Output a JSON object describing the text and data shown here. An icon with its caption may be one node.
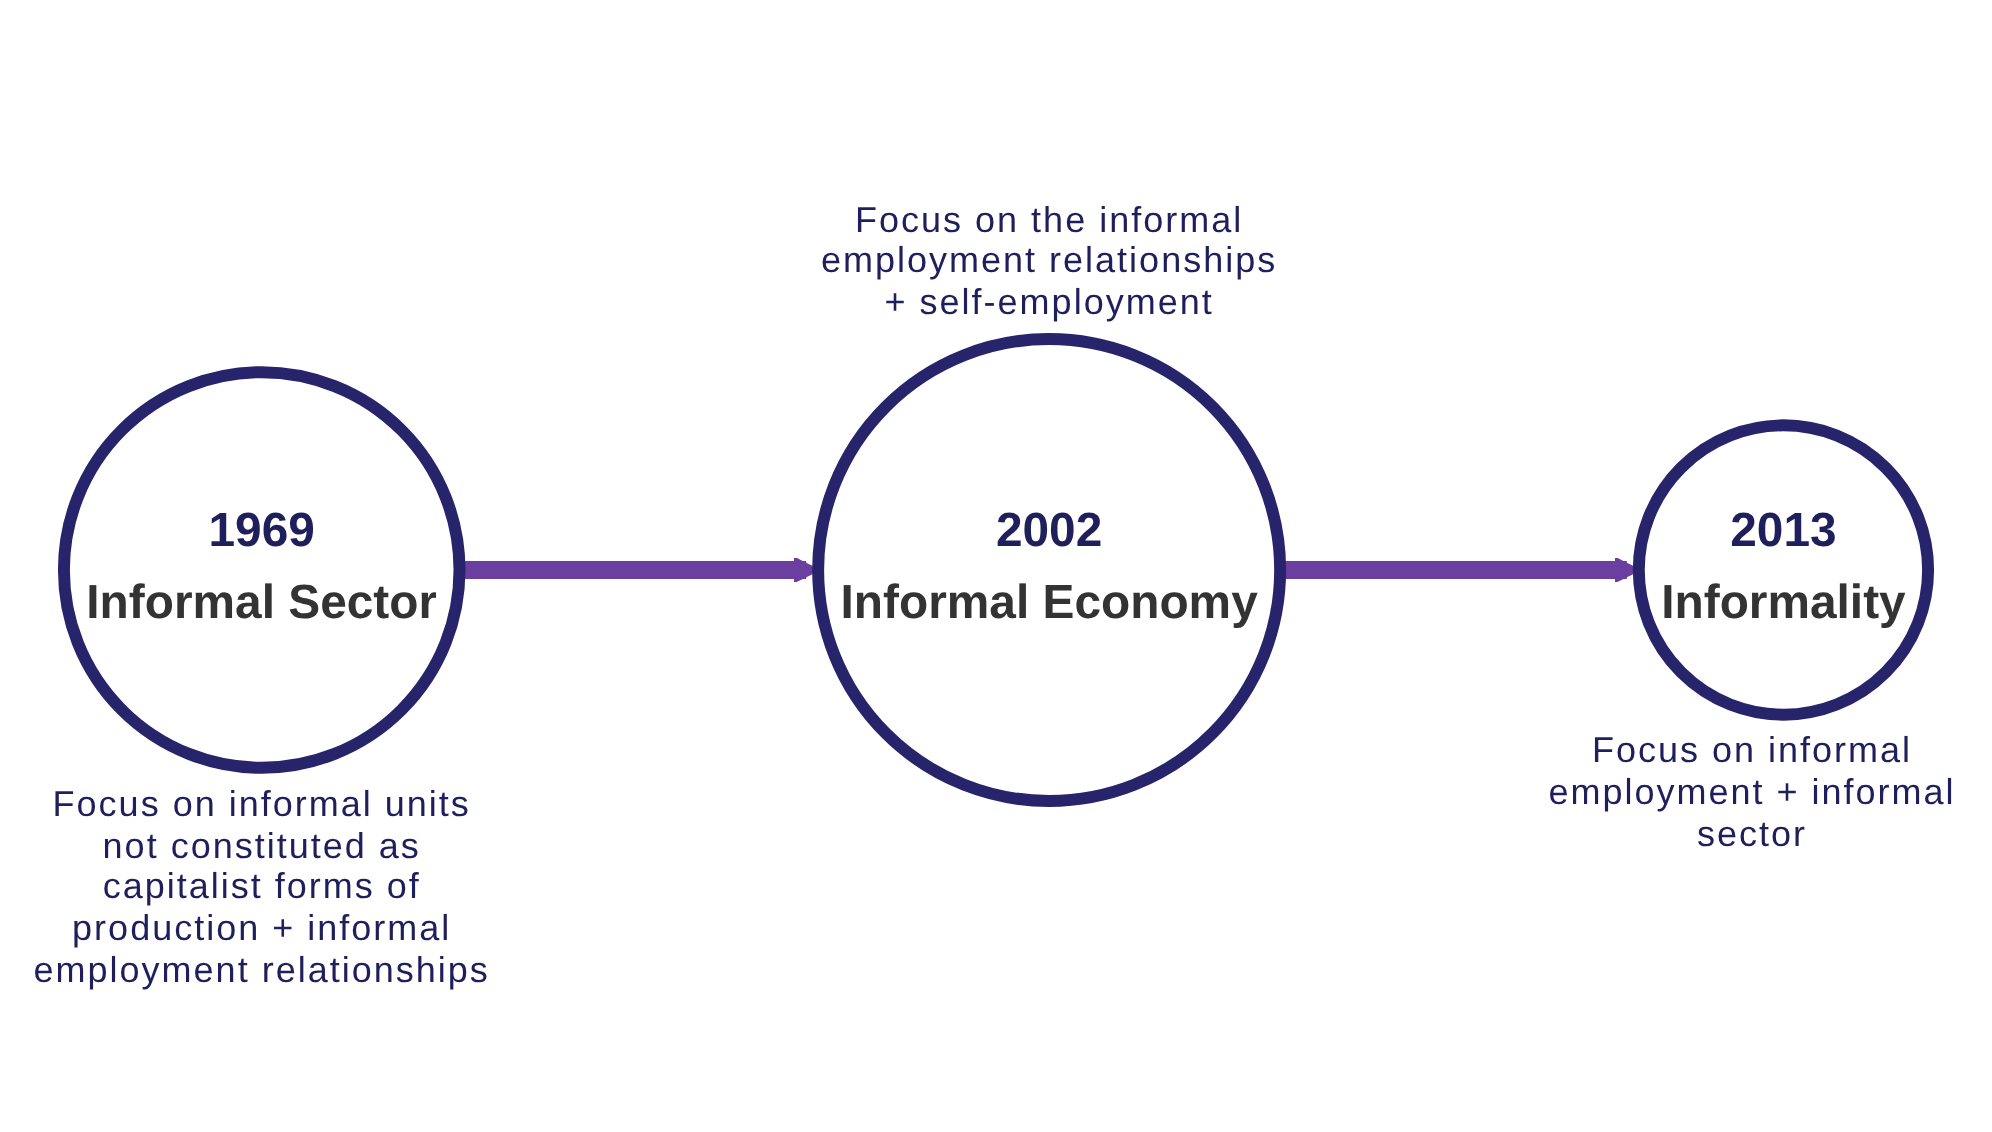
{
  "diagram": {
    "nodes": [
      {
        "text": [
          "1969",
          "Informal Sector"
        ],
        "beside": [
          "Focus on informal units not constituted as capitalist forms of production + informal employment relationships"
        ]
      },
      {
        "text": [
          "2002",
          "Informal Economy"
        ],
        "beside": [
          "Focus on the informal employment relationships + self-employment"
        ]
      },
      {
        "text": [
          "2013",
          "Informality"
        ],
        "beside": [
          "Focus on informal employment + informal sector"
        ]
      }
    ],
    "edges": [
      {
        "from": 0,
        "to": 1,
        "arrow": "to"
      },
      {
        "from": 1,
        "to": 2,
        "arrow": "to"
      }
    ]
  }
}
